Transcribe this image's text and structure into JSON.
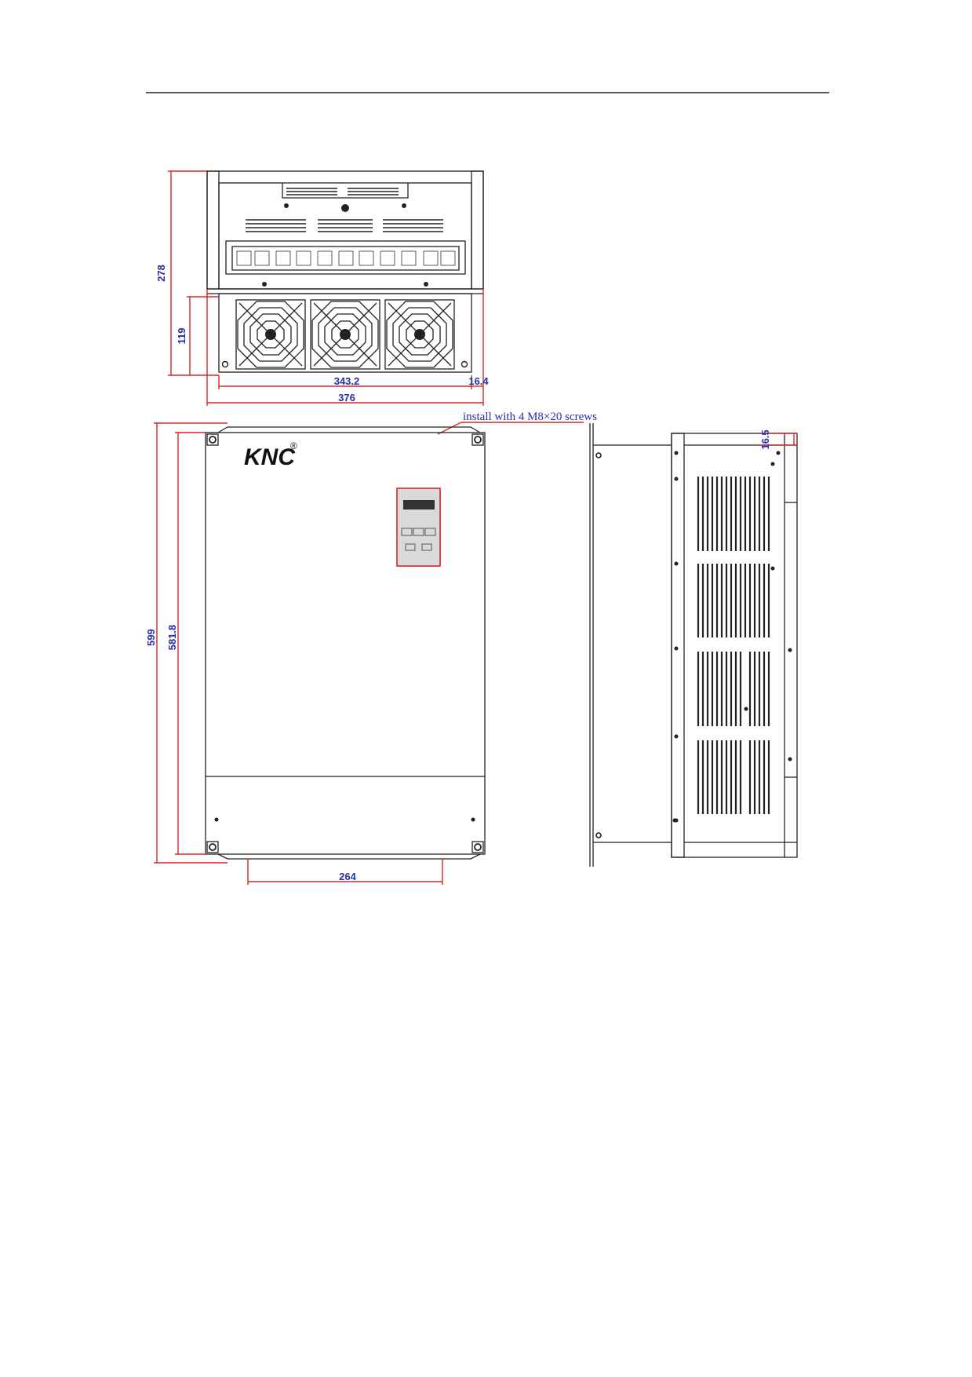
{
  "dimensions": {
    "top_height": "278",
    "fan_height": "119",
    "fan_span": "343.2",
    "side_offset": "16.4",
    "top_width": "376",
    "total_height": "599",
    "mount_height": "581.8",
    "mount_width": "264",
    "side_edge": "16.5"
  },
  "note": "install with 4 M8×20 screws",
  "logo": {
    "text": "KNC",
    "registered": "®"
  },
  "colors": {
    "dimension_line": "#d42828",
    "dimension_text": "#2430a8",
    "outline": "#222222"
  }
}
